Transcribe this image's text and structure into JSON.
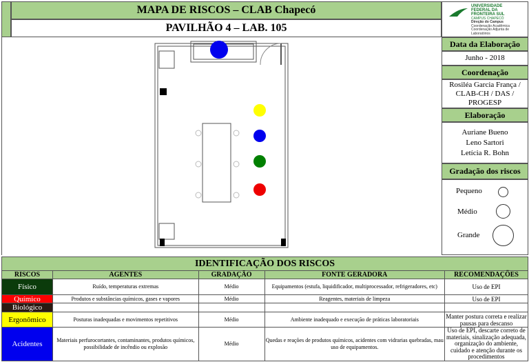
{
  "header": {
    "title": "MAPA DE RISCOS – CLAB Chapecó",
    "subtitle": "PAVILHÃO 4 – LAB. 105"
  },
  "logo": {
    "line1": "UNIVERSIDADE",
    "line2": "FEDERAL DA",
    "line3": "FRONTEIRA SUL",
    "campus": "CAMPUS CHAPECÓ",
    "d1": "Direção do Campus",
    "d2": "Coordenação Acadêmica",
    "d3": "Coordenação Adjunta de",
    "d4": "Laboratórios"
  },
  "side": {
    "data_label": "Data da Elaboração",
    "data_value": "Junho - 2018",
    "coord_label": "Coordenação",
    "coord_lines": [
      "Rosiléa Garcia França  /",
      "CLAB-CH / DAS /",
      "PROGESP"
    ],
    "elab_label": "Elaboração",
    "elab_names": [
      "Auriane Bueno",
      "Leno Sartori",
      "Letícia R. Bohn"
    ],
    "grad_label": "Gradação dos riscos",
    "grad": [
      "Pequeno",
      "Médio",
      "Grande"
    ]
  },
  "map": {
    "circles": [
      {
        "risk": "Acidentes",
        "color": "#0000ee",
        "size": "Grande"
      },
      {
        "risk": "Ergonômico",
        "color": "#ffff00",
        "size": "Médio"
      },
      {
        "risk": "Acidentes",
        "color": "#0000ee",
        "size": "Médio"
      },
      {
        "risk": "Físico",
        "color": "#008000",
        "size": "Médio"
      },
      {
        "risk": "Químico",
        "color": "#ee0000",
        "size": "Médio"
      }
    ]
  },
  "table": {
    "title": "IDENTIFICAÇÃO DOS RISCOS",
    "headers": [
      "RISCOS",
      "AGENTES",
      "GRADAÇÃO",
      "FONTE GERADORA",
      "RECOMENDAÇÕES"
    ],
    "rows": [
      {
        "risk": "Físico",
        "bg": "#0b3b0b",
        "fg": "#ffffff",
        "agents": "Ruído, temperaturas extremas",
        "grad": "Médio",
        "source": "Equipamentos (estufa, liquidificador, multiprocessador, refrigeradores, etc)",
        "rec": "Uso de EPI"
      },
      {
        "risk": "Químico",
        "bg": "#ff0000",
        "fg": "#ffffff",
        "agents": "Produtos e substâncias químicos, gases e vapores",
        "grad": "Médio",
        "source": "Reagentes, materiais de limpeza",
        "rec": "Uso de EPI"
      },
      {
        "risk": "Biológico",
        "bg": "#2a1a12",
        "fg": "#ffffff",
        "agents": "",
        "grad": "",
        "source": "",
        "rec": ""
      },
      {
        "risk": "Ergonômico",
        "bg": "#ffff00",
        "fg": "#000000",
        "agents": "Posturas inadequadas e movimentos repetitivos",
        "grad": "Médio",
        "source": "Ambiente inadequado e execução de práticas laboratoriais",
        "rec": "Manter postura correta e realizar pausas para descanso"
      },
      {
        "risk": "Acidentes",
        "bg": "#0000ee",
        "fg": "#ffffff",
        "agents": "Materiais perfurocortantes, contaminantes, produtos químicos, possibilidade de incêndio ou explosão",
        "grad": "Médio",
        "source": "Quedas e reações de produtos químicos, acidentes com vidrarias quebradas, mau uso de equipamentos.",
        "rec": "Uso de EPI, descarte correto de materiais, sinalização adequada, organização do ambiente, cuidado e atenção durante os procedimentos"
      }
    ]
  }
}
